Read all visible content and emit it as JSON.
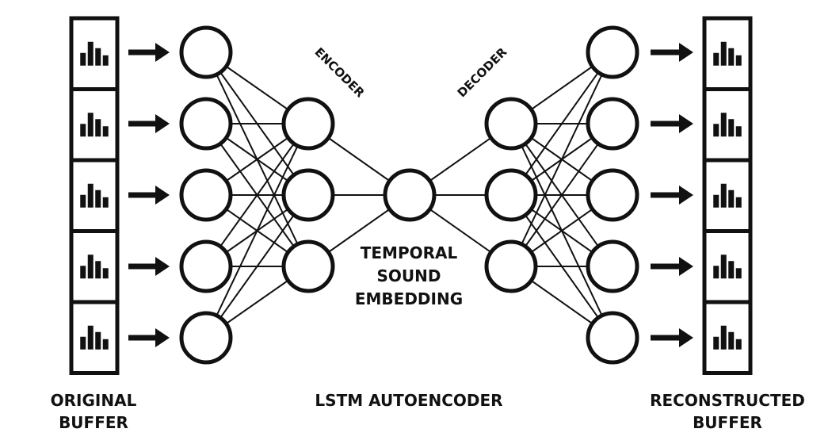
{
  "labels": {
    "original_line1": "ORIGINAL",
    "original_line2": "BUFFER",
    "reconstructed_line1": "RECONSTRUCTED",
    "reconstructed_line2": "BUFFER",
    "encoder": "ENCODER",
    "decoder": "DECODER",
    "embedding_line1": "TEMPORAL",
    "embedding_line2": "SOUND",
    "embedding_line3": "EMBEDDING",
    "title": "LSTM AUTOENCODER"
  },
  "network": {
    "layer_sizes": [
      5,
      3,
      1,
      3,
      5
    ],
    "buffer_frames": 5
  },
  "icons": {
    "buffer_frame": "bar-chart-icon",
    "flow_arrow": "right-arrow-icon"
  },
  "colors": {
    "ink": "#111111",
    "background": "#ffffff"
  }
}
